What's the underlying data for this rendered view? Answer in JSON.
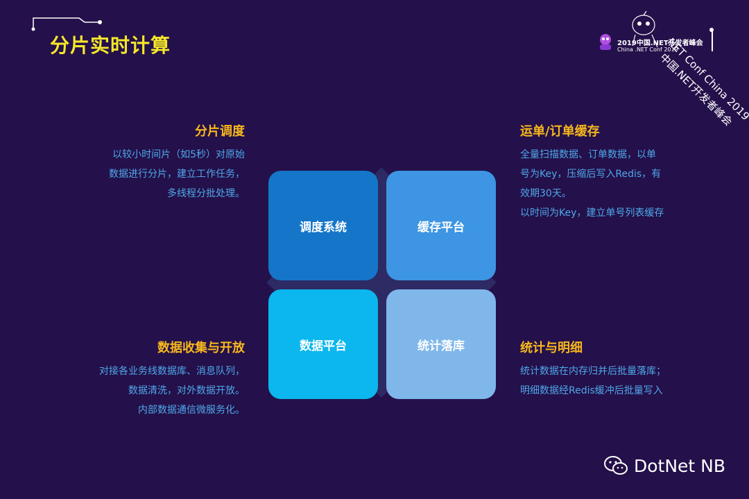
{
  "title": "分片实时计算",
  "conference": {
    "line1": "2019中国.NET开发者峰会",
    "line2": "China .NET Conf 2019",
    "rotated1": ".NET Conf China 2019",
    "rotated2": "中国.NET开发者峰会"
  },
  "tiles": [
    {
      "label": "调度系统"
    },
    {
      "label": "缓存平台"
    },
    {
      "label": "数据平台"
    },
    {
      "label": "统计落库"
    }
  ],
  "blocks": {
    "schedule": {
      "heading": "分片调度",
      "lines": [
        "以较小时间片（如5秒）对原始",
        "数据进行分片，建立工作任务，",
        "多线程分批处理。"
      ]
    },
    "cache": {
      "heading": "运单/订单缓存",
      "lines": [
        "全量扫描数据、订单数据，以单",
        "号为Key，压缩后写入Redis，有",
        "效期30天。",
        "以时间为Key，建立单号列表缓存"
      ]
    },
    "collect": {
      "heading": "数据收集与开放",
      "lines": [
        "对接各业务线数据库、消息队列，",
        "数据清洗，对外数据开放。",
        "内部数据通信微服务化。"
      ]
    },
    "stats": {
      "heading": "统计与明细",
      "lines": [
        "统计数据在内存归并后批量落库；",
        "明细数据经Redis缓冲后批量写入"
      ]
    }
  },
  "watermark": "DotNet NB",
  "colors": {
    "background": "#24104a",
    "title": "#f5e72a",
    "heading": "#f7b81d",
    "body_text": "#4ea8ea",
    "tile1": "#1576c9",
    "tile2": "#3d95e3",
    "tile3": "#0bb7ee",
    "tile4": "#7fb7ea"
  }
}
